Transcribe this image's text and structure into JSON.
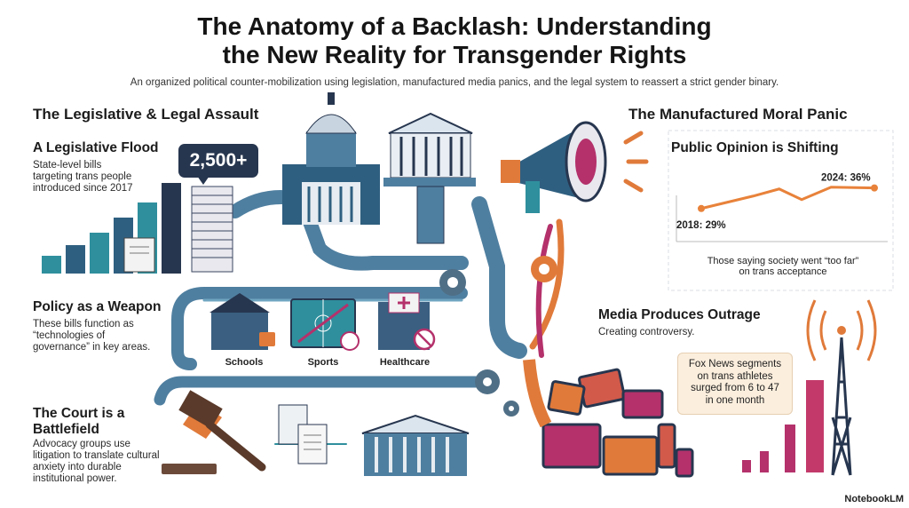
{
  "header": {
    "title_line1": "The Anatomy of a Backlash: Understanding",
    "title_line2": "the New Reality for Transgender Rights",
    "subtitle": "An organized political counter-mobilization using legislation, manufactured media panics, and the legal system to reassert a strict gender binary."
  },
  "left": {
    "section_title": "The Legislative & Legal Assault",
    "flood": {
      "heading": "A Legislative Flood",
      "desc_line1": "State-level bills",
      "desc_line2": "targeting trans people",
      "desc_line3": "introduced since 2017",
      "badge": "2,500+"
    },
    "policy": {
      "heading": "Policy as a Weapon",
      "desc_line1": "These bills function as",
      "desc_line2": "“technologies of",
      "desc_line3": "governance” in key areas.",
      "areas": [
        "Schools",
        "Sports",
        "Healthcare"
      ]
    },
    "court": {
      "heading_line1": "The Court is a",
      "heading_line2": "Battlefield",
      "desc_line1": "Advocacy groups use",
      "desc_line2": "litigation to translate cultural",
      "desc_line3": "anxiety into durable",
      "desc_line4": "institutional power."
    }
  },
  "right": {
    "section_title": "The Manufactured Moral Panic",
    "opinion": {
      "heading": "Public Opinion is Shifting",
      "start_label": "2018: 29%",
      "end_label": "2024: 36%",
      "caption_line1": "Those saying society went “too far”",
      "caption_line2": "on trans acceptance"
    },
    "media": {
      "heading": "Media Produces Outrage",
      "desc": "Creating controversy.",
      "callout_line1": "Fox News segments",
      "callout_line2": "on trans athletes",
      "callout_line3": "surged from 6 to 47",
      "callout_line4": "in one month"
    }
  },
  "footer": {
    "brand": "NotebookLM"
  },
  "colors": {
    "navy": "#27364f",
    "teal": "#2f8f9d",
    "orange": "#e8823a",
    "magenta": "#b4316b",
    "purple": "#6b2f6e",
    "slate": "#4f6f86"
  },
  "chart_data": {
    "type": "line",
    "x": [
      2018,
      2024
    ],
    "y": [
      29,
      36
    ],
    "labels": [
      "2018: 29%",
      "2024: 36%"
    ]
  }
}
